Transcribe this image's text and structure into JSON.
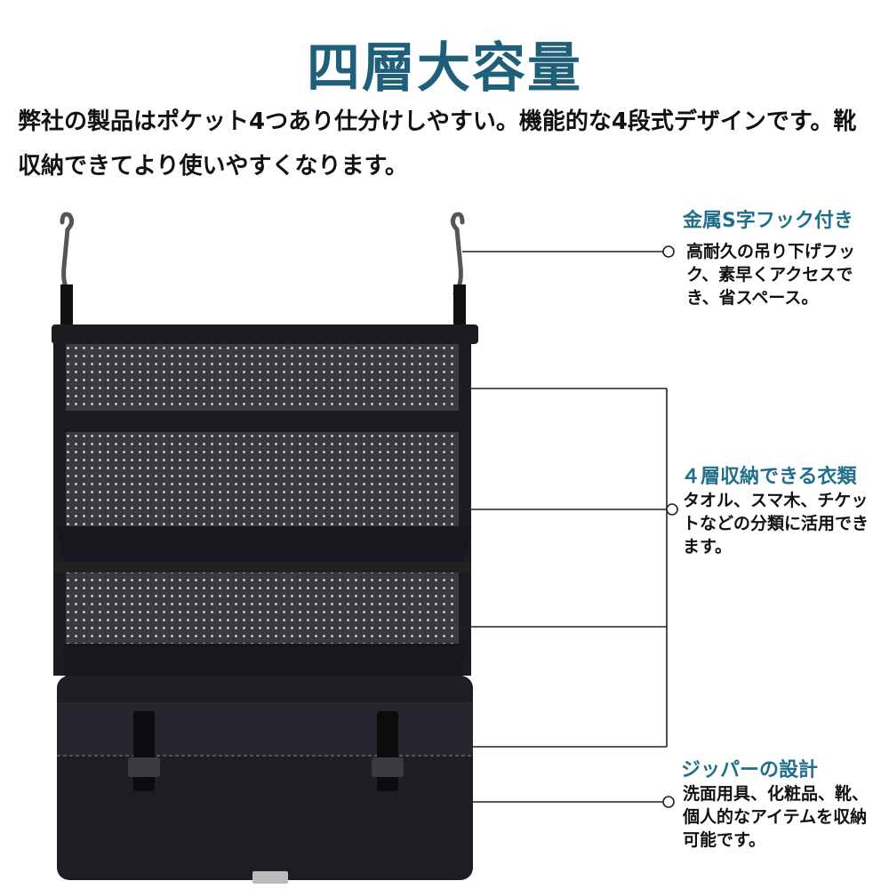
{
  "title": "四層大容量",
  "intro": "弊社の製品はポケット4つあり仕分けしやすい。機能的な4段式デザインです。靴収納できてより使いやすくなります。",
  "features": [
    {
      "title": "金属S字フック付き",
      "body": "高耐久の吊り下げフック、素早くアクセスでき、省スペース。"
    },
    {
      "title": "４層収納できる衣類",
      "body": "タオル、スマ木、チケットなどの分類に活用できます。"
    },
    {
      "title": "ジッパーの設計",
      "body": "洗面用具、化粧品、靴、個人的なアイテムを収納可能です。"
    }
  ],
  "colors": {
    "accent": "#1f6f8b",
    "title": "#1f5f7a",
    "product": "#1b1c22"
  }
}
